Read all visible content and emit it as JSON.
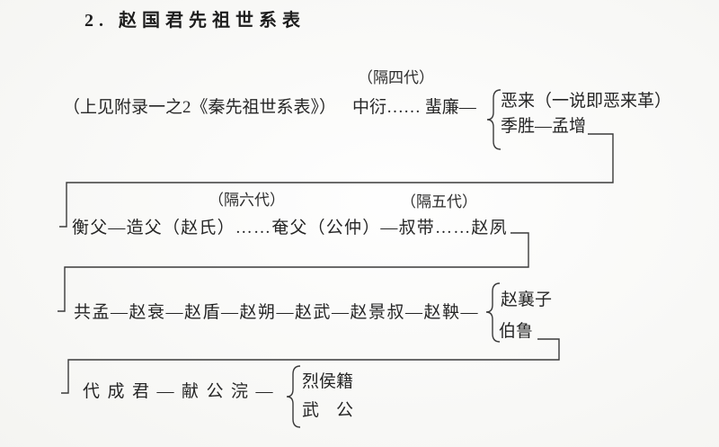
{
  "colors": {
    "background": "#f8f8f6",
    "ink": "#262626",
    "line": "#3a3a3a"
  },
  "title": "2. 赵国君先祖世系表",
  "tree": {
    "row1": {
      "gen_gap_label": "（隔四代）",
      "appendix_note": "（上见附录一之2《秦先祖世系表》）",
      "lineage": "中衍…… 蜚廉—",
      "children": [
        "恶来（一说即恶来革）",
        "季胜—孟增"
      ]
    },
    "row2": {
      "gen_gap_label_6": "（隔六代）",
      "gen_gap_label_5": "（隔五代）",
      "lineage": "衡父—造父（赵氏）……奄父（公仲）—叔带……赵夙"
    },
    "row3": {
      "lineage": "共孟—赵衰—赵盾—赵朔—赵武—赵景叔—赵鞅—",
      "children": [
        "赵襄子",
        "伯鲁"
      ]
    },
    "row4": {
      "lineage": "代成君—献公浣—",
      "children": [
        "烈侯籍",
        "武　公"
      ]
    }
  }
}
